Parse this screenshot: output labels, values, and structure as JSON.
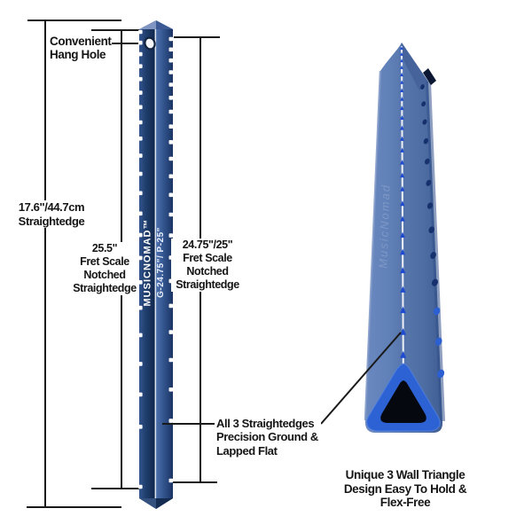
{
  "page": {
    "background": "#ffffff",
    "line_color": "#1a1a1a"
  },
  "colors": {
    "ruler_blue_dark": "#122a52",
    "ruler_blue_light": "#33548f",
    "tool_face_blue": "#5e7db5",
    "accent_bright_blue": "#2d62d4",
    "notch_navy": "#16316e",
    "cross_section_black": "#06080f"
  },
  "ruler": {
    "brand": "MUSICNOMAD™",
    "model": "G-24.75\"/ P-25\"",
    "etched_logo": "MusicNomad"
  },
  "annotations": {
    "hang_hole": {
      "label": "Convenient\nHang Hole"
    },
    "overall_straightedge": {
      "label": "17.6\"/44.7cm\nStraightedge"
    },
    "scale_255": {
      "label": "25.5\"\nFret Scale\nNotched\nStraightedge"
    },
    "scale_2475": {
      "label": "24.75\"/25\"\nFret Scale\nNotched\nStraightedge"
    },
    "precision": {
      "label": "All 3 Straightedges\nPrecision Ground &\nLapped Flat"
    },
    "triangle_design": {
      "label": "Unique 3 Wall Triangle\nDesign Easy To Hold &\nFlex-Free"
    }
  }
}
